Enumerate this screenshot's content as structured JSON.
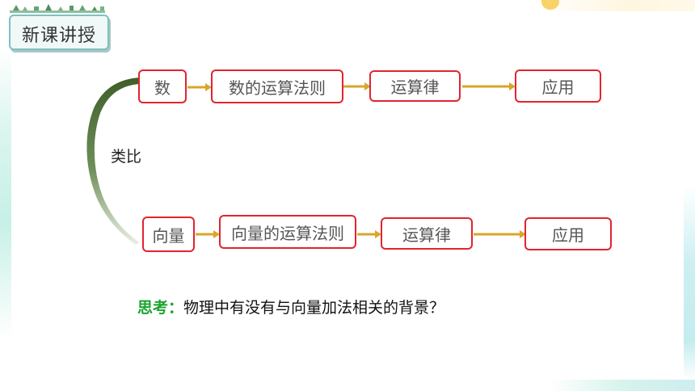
{
  "header": {
    "title": "新课讲授"
  },
  "flow": {
    "row1": [
      "数",
      "数的运算法则",
      "运算律",
      "应用"
    ],
    "row2": [
      "向量",
      "向量的运算法则",
      "运算律",
      "应用"
    ],
    "analogy_label": "类比"
  },
  "question": {
    "keyword": "思考：",
    "text": "物理中有没有与向量加法相关的背景？"
  },
  "colors": {
    "box_border": "#e0252f",
    "arrow": "#d9a62a",
    "keyword": "#1aa32f",
    "curve": "#4f6e3a"
  }
}
